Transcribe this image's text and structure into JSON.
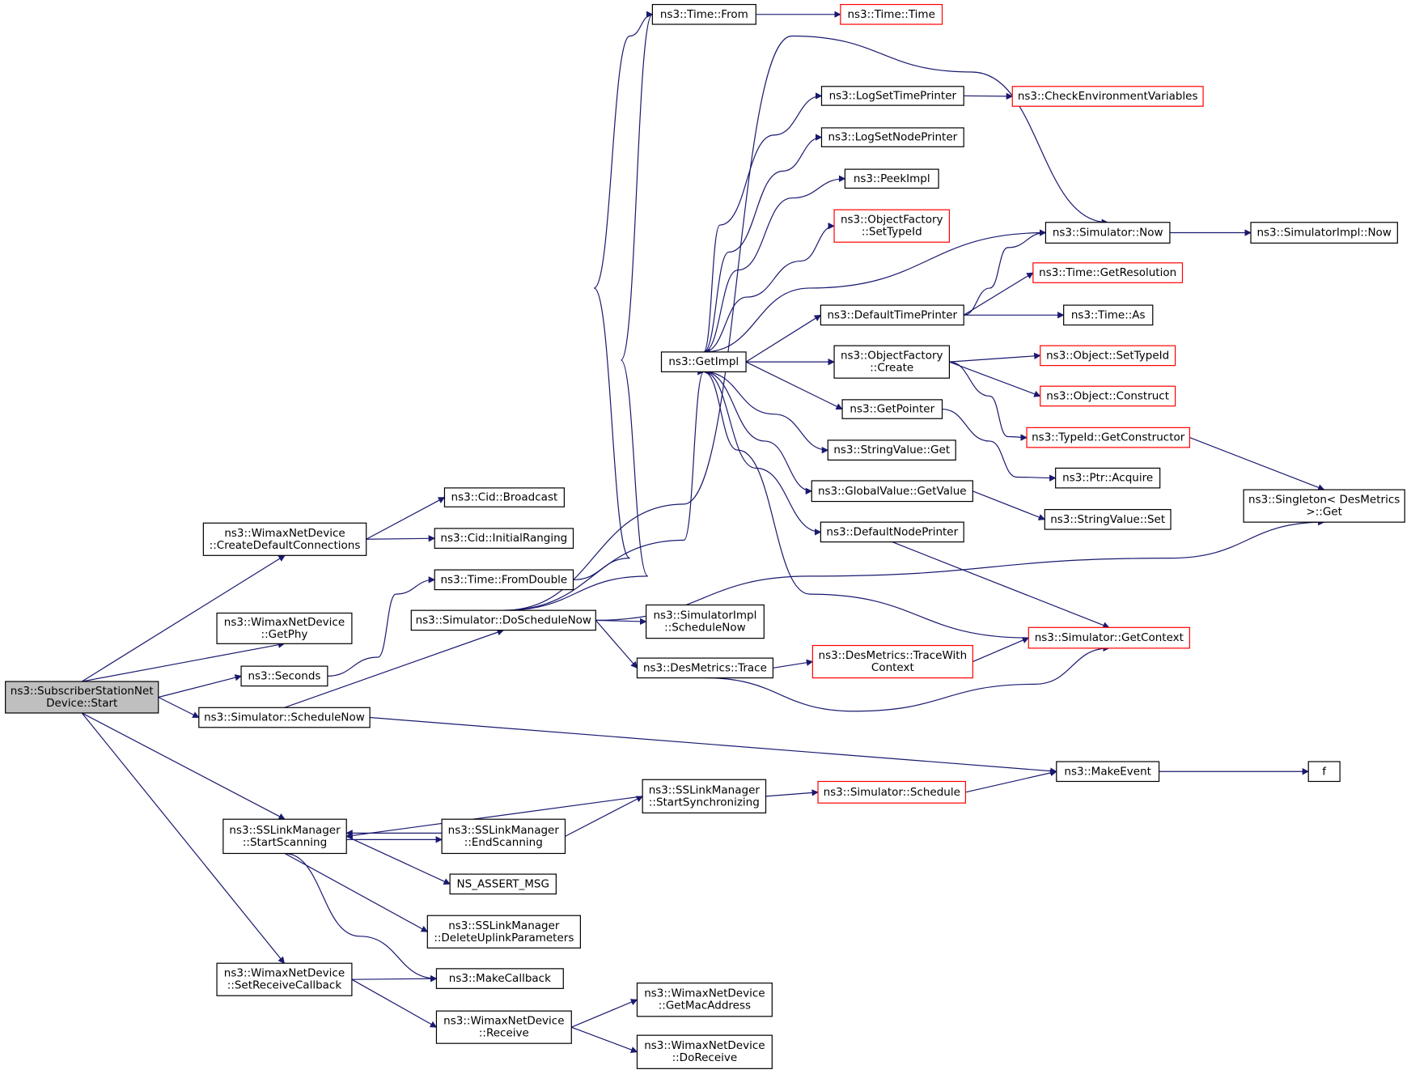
{
  "nodes": [
    {
      "id": "start",
      "lines": [
        "ns3::SubscriberStationNet",
        "Device::Start"
      ],
      "style": "root"
    },
    {
      "id": "createdef",
      "lines": [
        "ns3::WimaxNetDevice",
        "::CreateDefaultConnections"
      ],
      "style": "normal"
    },
    {
      "id": "getphy",
      "lines": [
        "ns3::WimaxNetDevice",
        "::GetPhy"
      ],
      "style": "normal"
    },
    {
      "id": "seconds",
      "lines": [
        "ns3::Seconds"
      ],
      "style": "normal"
    },
    {
      "id": "schednow",
      "lines": [
        "ns3::Simulator::ScheduleNow"
      ],
      "style": "normal"
    },
    {
      "id": "startscan",
      "lines": [
        "ns3::SSLinkManager",
        "::StartScanning"
      ],
      "style": "normal"
    },
    {
      "id": "setrecv",
      "lines": [
        "ns3::WimaxNetDevice",
        "::SetReceiveCallback"
      ],
      "style": "normal"
    },
    {
      "id": "broadcast",
      "lines": [
        "ns3::Cid::Broadcast"
      ],
      "style": "normal"
    },
    {
      "id": "initrang",
      "lines": [
        "ns3::Cid::InitialRanging"
      ],
      "style": "normal"
    },
    {
      "id": "fromdouble",
      "lines": [
        "ns3::Time::FromDouble"
      ],
      "style": "normal"
    },
    {
      "id": "doschednow",
      "lines": [
        "ns3::Simulator::DoScheduleNow"
      ],
      "style": "normal"
    },
    {
      "id": "endscan",
      "lines": [
        "ns3::SSLinkManager",
        "::EndScanning"
      ],
      "style": "normal"
    },
    {
      "id": "assert",
      "lines": [
        "NS_ASSERT_MSG"
      ],
      "style": "normal"
    },
    {
      "id": "delup",
      "lines": [
        "ns3::SSLinkManager",
        "::DeleteUplinkParameters"
      ],
      "style": "normal"
    },
    {
      "id": "makecb",
      "lines": [
        "ns3::MakeCallback"
      ],
      "style": "normal"
    },
    {
      "id": "receive",
      "lines": [
        "ns3::WimaxNetDevice",
        "::Receive"
      ],
      "style": "normal"
    },
    {
      "id": "timefrom",
      "lines": [
        "ns3::Time::From"
      ],
      "style": "normal"
    },
    {
      "id": "getimpl",
      "lines": [
        "ns3::GetImpl"
      ],
      "style": "normal"
    },
    {
      "id": "simimplsched",
      "lines": [
        "ns3::SimulatorImpl",
        "::ScheduleNow"
      ],
      "style": "normal"
    },
    {
      "id": "desmtrace",
      "lines": [
        "ns3::DesMetrics::Trace"
      ],
      "style": "normal"
    },
    {
      "id": "startsync",
      "lines": [
        "ns3::SSLinkManager",
        "::StartSynchronizing"
      ],
      "style": "normal"
    },
    {
      "id": "getmac",
      "lines": [
        "ns3::WimaxNetDevice",
        "::GetMacAddress"
      ],
      "style": "normal"
    },
    {
      "id": "dorecv",
      "lines": [
        "ns3::WimaxNetDevice",
        "::DoReceive"
      ],
      "style": "normal"
    },
    {
      "id": "timetime",
      "lines": [
        "ns3::Time::Time"
      ],
      "style": "red"
    },
    {
      "id": "logsettime",
      "lines": [
        "ns3::LogSetTimePrinter"
      ],
      "style": "normal"
    },
    {
      "id": "logsetnode",
      "lines": [
        "ns3::LogSetNodePrinter"
      ],
      "style": "normal"
    },
    {
      "id": "peekimpl",
      "lines": [
        "ns3::PeekImpl"
      ],
      "style": "normal"
    },
    {
      "id": "ofsettype",
      "lines": [
        "ns3::ObjectFactory",
        "::SetTypeId"
      ],
      "style": "red"
    },
    {
      "id": "deftimeprinter",
      "lines": [
        "ns3::DefaultTimePrinter"
      ],
      "style": "normal"
    },
    {
      "id": "ofcreate",
      "lines": [
        "ns3::ObjectFactory",
        "::Create"
      ],
      "style": "normal"
    },
    {
      "id": "getpointer",
      "lines": [
        "ns3::GetPointer"
      ],
      "style": "normal"
    },
    {
      "id": "strvalget",
      "lines": [
        "ns3::StringValue::Get"
      ],
      "style": "normal"
    },
    {
      "id": "globalget",
      "lines": [
        "ns3::GlobalValue::GetValue"
      ],
      "style": "normal"
    },
    {
      "id": "defnodeprinter",
      "lines": [
        "ns3::DefaultNodePrinter"
      ],
      "style": "normal"
    },
    {
      "id": "tracewithctx",
      "lines": [
        "ns3::DesMetrics::TraceWith",
        "Context"
      ],
      "style": "red"
    },
    {
      "id": "simschedule",
      "lines": [
        "ns3::Simulator::Schedule"
      ],
      "style": "red"
    },
    {
      "id": "checkenv",
      "lines": [
        "ns3::CheckEnvironmentVariables"
      ],
      "style": "red"
    },
    {
      "id": "simnow",
      "lines": [
        "ns3::Simulator::Now"
      ],
      "style": "normal"
    },
    {
      "id": "getres",
      "lines": [
        "ns3::Time::GetResolution"
      ],
      "style": "red"
    },
    {
      "id": "timeas",
      "lines": [
        "ns3::Time::As"
      ],
      "style": "normal"
    },
    {
      "id": "objsettype",
      "lines": [
        "ns3::Object::SetTypeId"
      ],
      "style": "red"
    },
    {
      "id": "objconstruct",
      "lines": [
        "ns3::Object::Construct"
      ],
      "style": "red"
    },
    {
      "id": "getctor",
      "lines": [
        "ns3::TypeId::GetConstructor"
      ],
      "style": "red"
    },
    {
      "id": "ptracquire",
      "lines": [
        "ns3::Ptr::Acquire"
      ],
      "style": "normal"
    },
    {
      "id": "strvalset",
      "lines": [
        "ns3::StringValue::Set"
      ],
      "style": "normal"
    },
    {
      "id": "getcontext",
      "lines": [
        "ns3::Simulator::GetContext"
      ],
      "style": "red"
    },
    {
      "id": "makeevent",
      "lines": [
        "ns3::MakeEvent"
      ],
      "style": "normal"
    },
    {
      "id": "simimplnow",
      "lines": [
        "ns3::SimulatorImpl::Now"
      ],
      "style": "normal"
    },
    {
      "id": "singleton",
      "lines": [
        "ns3::Singleton< DesMetrics",
        " >::Get"
      ],
      "style": "normal"
    },
    {
      "id": "f",
      "lines": [
        "f"
      ],
      "style": "normal"
    }
  ],
  "edges": [
    [
      "start",
      "createdef"
    ],
    [
      "start",
      "getphy"
    ],
    [
      "start",
      "seconds"
    ],
    [
      "start",
      "schednow"
    ],
    [
      "start",
      "startscan"
    ],
    [
      "start",
      "setrecv"
    ],
    [
      "createdef",
      "broadcast"
    ],
    [
      "createdef",
      "initrang"
    ],
    [
      "seconds",
      "fromdouble"
    ],
    [
      "fromdouble",
      "timefrom"
    ],
    [
      "timefrom",
      "timetime"
    ],
    [
      "schednow",
      "doschednow"
    ],
    [
      "schednow",
      "makeevent"
    ],
    [
      "doschednow",
      "timefrom"
    ],
    [
      "doschednow",
      "simnow"
    ],
    [
      "doschednow",
      "getimpl"
    ],
    [
      "doschednow",
      "simimplsched"
    ],
    [
      "doschednow",
      "desmtrace"
    ],
    [
      "doschednow",
      "singleton"
    ],
    [
      "desmtrace",
      "tracewithctx"
    ],
    [
      "desmtrace",
      "getcontext"
    ],
    [
      "tracewithctx",
      "getcontext"
    ],
    [
      "getimpl",
      "logsettime"
    ],
    [
      "getimpl",
      "logsetnode"
    ],
    [
      "getimpl",
      "peekimpl"
    ],
    [
      "getimpl",
      "ofsettype"
    ],
    [
      "getimpl",
      "deftimeprinter"
    ],
    [
      "getimpl",
      "ofcreate"
    ],
    [
      "getimpl",
      "getpointer"
    ],
    [
      "getimpl",
      "strvalget"
    ],
    [
      "getimpl",
      "globalget"
    ],
    [
      "getimpl",
      "defnodeprinter"
    ],
    [
      "logsettime",
      "checkenv"
    ],
    [
      "simnow",
      "getimpl"
    ],
    [
      "simnow",
      "simimplnow"
    ],
    [
      "getcontext",
      "getimpl"
    ],
    [
      "deftimeprinter",
      "simnow"
    ],
    [
      "deftimeprinter",
      "getres"
    ],
    [
      "deftimeprinter",
      "timeas"
    ],
    [
      "ofcreate",
      "objsettype"
    ],
    [
      "ofcreate",
      "objconstruct"
    ],
    [
      "ofcreate",
      "getctor"
    ],
    [
      "getctor",
      "singleton"
    ],
    [
      "getpointer",
      "ptracquire"
    ],
    [
      "globalget",
      "strvalset"
    ],
    [
      "defnodeprinter",
      "getcontext"
    ],
    [
      "startscan",
      "endscan"
    ],
    [
      "endscan",
      "startscan"
    ],
    [
      "startsync",
      "startscan"
    ],
    [
      "endscan",
      "startsync"
    ],
    [
      "startsync",
      "simschedule"
    ],
    [
      "simschedule",
      "makeevent"
    ],
    [
      "makeevent",
      "f"
    ],
    [
      "startscan",
      "assert"
    ],
    [
      "startscan",
      "delup"
    ],
    [
      "startscan",
      "makecb"
    ],
    [
      "setrecv",
      "makecb"
    ],
    [
      "setrecv",
      "receive"
    ],
    [
      "receive",
      "getmac"
    ],
    [
      "receive",
      "dorecv"
    ]
  ]
}
